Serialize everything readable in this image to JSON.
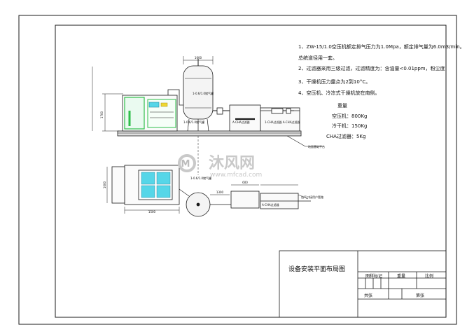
{
  "title_block": {
    "drawing_title": "设备安装平面布局图",
    "row1": [
      "图样标记",
      "重量",
      "比例"
    ],
    "row2": [
      "共张",
      "第张"
    ]
  },
  "notes": [
    "1、ZW-15/1.0空压机额定排气压力为1.0Mpa，额定排气量为6.0m3/min。",
    "总统道径用一套。",
    "2、过滤器采用三级过滤，过滤精度为：含油量<0.01ppm，粉尘度",
    "3、干燥机压力露点为2到10°C。",
    "4、空压机、冷冻式干燥机放在南侧。"
  ],
  "weights": {
    "heading": "重量",
    "items": [
      "空压机：800Kg",
      "冷干机：150Kg",
      "CHA过滤器：5Kg"
    ]
  },
  "labels": {
    "tank_side": "1-0.6/1.0储气罐",
    "tank_top": "1-0.6/1.0储气罐",
    "filter_side": "A-CHA过滤器",
    "dryer_side": "1-CHA过滤器 A-CHA过滤器",
    "floor": "地面基础平台",
    "filter_plan": "1-0.6/1.0储气罐",
    "dryer_plan": "A-CHA过滤器",
    "right_plan": "出气口接用户管路",
    "dim_top": "1600",
    "dim_left": "1700",
    "dim_plan_w": "1500",
    "dim_plan_h": "1000",
    "dim_pipe": "1300",
    "dim_dryer": "600"
  },
  "watermark": {
    "brand": "沐风网",
    "url": "www.mfcad.com"
  },
  "colors": {
    "line": "#1a1a1a",
    "accent_green": "#2fbf4a",
    "accent_cyan": "#56d6e8",
    "accent_yellow": "#f0d830",
    "tank_fill": "#f4f4f4",
    "watermark": "#c9c9c9"
  }
}
